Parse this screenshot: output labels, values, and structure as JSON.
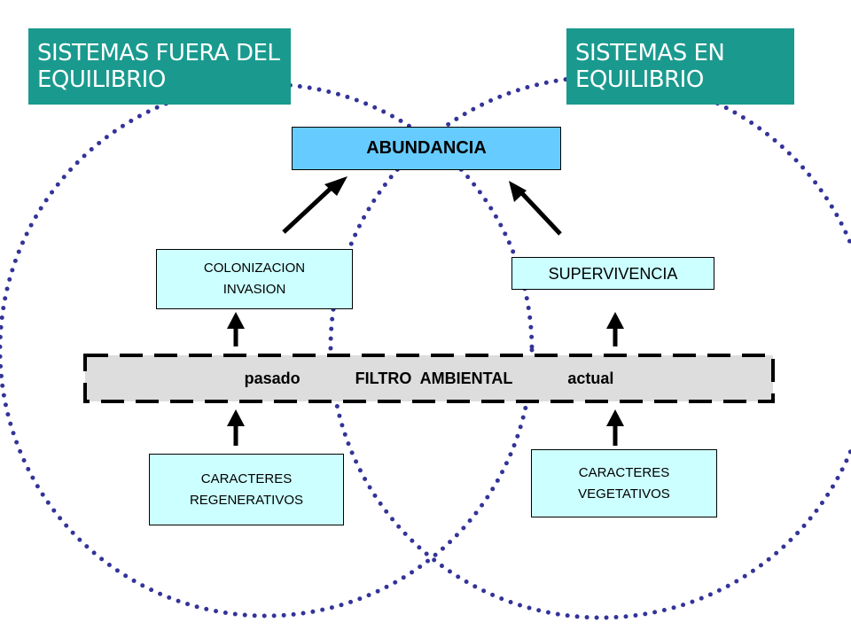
{
  "header": {
    "left_system": "SISTEMAS  FUERA DEL EQUILIBRIO",
    "right_system": "SISTEMAS  EN EQUILIBRIO"
  },
  "nodes": {
    "abundancia": "ABUNDANCIA",
    "colonizacion": "COLONIZACION INVASION",
    "supervivencia": "SUPERVIVENCIA",
    "regenerativos": "CARACTERES REGENERATIVOS",
    "vegetativos": "CARACTERES VEGETATIVOS"
  },
  "filter": {
    "past": "pasado",
    "title": "FILTRO  AMBIENTAL",
    "present": "actual"
  },
  "colors": {
    "teal_header": "#1a9a8e",
    "light_box": "#ccffff",
    "abundance_box": "#66ccff",
    "filter_band": "#dddddd",
    "circle_dots": "#333399"
  }
}
